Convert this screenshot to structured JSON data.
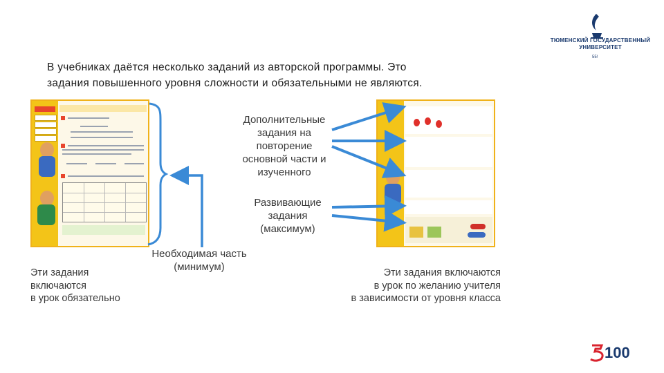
{
  "university": {
    "name_line1": "ТЮМЕНСКИЙ ГОСУДАРСТВЕННЫЙ",
    "name_line2": "УНИВЕРСИТЕТ",
    "badge": "55!"
  },
  "heading": {
    "line1": "В  учебниках  даётся  несколько  заданий  из  авторской  программы.  Это",
    "line2": "задания повышенного уровня сложности и обязательными не являются."
  },
  "callouts": {
    "additional": [
      "Дополнительные",
      "задания на",
      "повторение",
      "основной части и",
      "изученного"
    ],
    "developing": [
      "Развивающие",
      "задания",
      "(максимум)"
    ],
    "required": [
      "Необходимая часть",
      "(минимум)"
    ]
  },
  "bottom": {
    "left": [
      "Эти задания",
      "включаются",
      "в урок обязательно"
    ],
    "right": [
      "Эти задания включаются",
      "в урок по желанию учителя",
      "в зависимости от уровня класса"
    ]
  },
  "brand": {
    "number": "100",
    "digit": "5"
  },
  "colors": {
    "arrow_blue": "#3a8ad6",
    "textbook_yellow": "#f3c418",
    "brand_red": "#d9232e",
    "brand_blue": "#1a3a6e"
  },
  "icons": [
    "university-logo-icon",
    "arrow-icon",
    "brace-icon",
    "brand-5-100-logo-icon"
  ]
}
